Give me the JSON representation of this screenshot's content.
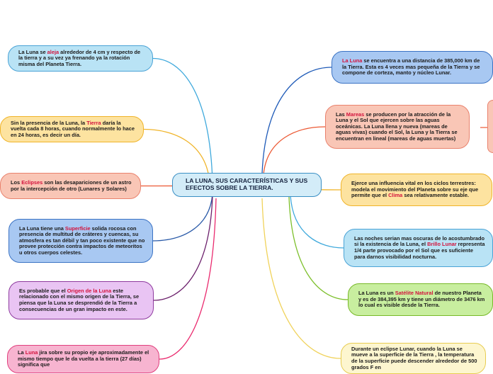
{
  "central": {
    "text": "LA LUNA, SUS CARACTERÍSTICAS Y SUS EFECTOS SOBRE LA TIERRA."
  },
  "left_nodes": [
    {
      "pre": "La Luna se ",
      "hl": "aleja",
      "post": " alrededor de 4 cm y respecto de la tierra y a su vez ya frenando ya la rotación misma del Planeta Tierra.",
      "fill": "#b9e3f5",
      "border": "#4aa3d6",
      "line": "#3fa9dc"
    },
    {
      "pre": "Sin la presencia de la Luna, la ",
      "hl": "Tierra",
      "post": " daría la vuelta cada 8 horas, cuando normalmente lo hace en 24 horas, es decir un día.",
      "fill": "#fde3a0",
      "border": "#f0b429",
      "line": "#f0b429"
    },
    {
      "pre": "Los ",
      "hl": "Eclipses",
      "post": " son las desapariciones de un astro por la intercepción de otro (Lunares y Solares)",
      "fill": "#f9c6b6",
      "border": "#e9826d",
      "line": "#ec5a35"
    },
    {
      "pre": "La Luna tiene una ",
      "hl": "Superficie",
      "post": " solida rocosa con presencia de multitud de cráteres y cuencas, su atmosfera es tan débil y tan poco existente que no provee protección contra impactos de meteoritos u otros cuerpos celestes.",
      "fill": "#a8c8f2",
      "border": "#3b73c4",
      "line": "#2a5aa8"
    },
    {
      "pre": "Es probable que el ",
      "hl": "Origen de la Luna",
      "post": " este relacionado con el mismo origen de la Tierra, se piensa que la Luna se desprendió de la Tierra a consecuencias de un gran impacto en este.",
      "fill": "#e9c4f3",
      "border": "#8e3a9e",
      "line": "#6b1f6b"
    },
    {
      "pre": "La ",
      "hl": "Luna",
      "post": " jira sobre su propio eje aproximadamente el mismo tiempo que le da vuelta a la tierra (27 días) significa que",
      "fill": "#f7b4d0",
      "border": "#e0407e",
      "line": "#ea2a6e"
    }
  ],
  "right_nodes": [
    {
      "pre": "",
      "hl": "La Luna",
      "post": " se encuentra a una distancia de 385,000 km de la Tierra. Esta es 4 veces mas pequeña de la Tierra y se compone de corteza, manto y núcleo Lunar.",
      "fill": "#a8c8f2",
      "border": "#3b73c4",
      "line": "#1f5bb8"
    },
    {
      "pre": "Las ",
      "hl": "Mareas",
      "post": " se producen por la atracción de la Luna y el Sol que ejercen sobre las aguas oceánicas. La Luna llena y nueva (mareas de aguas vivas) cuando el Sol, la Luna y la Tierra se encuentran en lineal (mareas de aguas muertas)",
      "fill": "#f9c6b6",
      "border": "#e9826d",
      "line": "#ec5a35"
    },
    {
      "pre": "Ejerce una influencia vital en los ciclos terrestres: modela el movimiento del Planeta sobre su eje que permite que el ",
      "hl": "Clima",
      "post": " sea relativamente estable.",
      "fill": "#fde3a0",
      "border": "#f0b429",
      "line": "#f0b429"
    },
    {
      "pre": "Las noches serian mas oscuras de lo acostumbrado si la existencia de la Luna, el ",
      "hl": "Brillo Lunar",
      "post": " representa 1/4 parte provocado por el Sol que es suficiente para darnos visibilidad nocturna.",
      "fill": "#b9e3f5",
      "border": "#4aa3d6",
      "line": "#3fa9dc"
    },
    {
      "pre": "La Luna es un ",
      "hl": "Satélite Natural",
      "post": " de nuestro Planeta y es de 384,395 km y tiene un diámetro de 3476 km lo cual es visible desde la Tierra.",
      "fill": "#c8ee9f",
      "border": "#78b928",
      "line": "#7cbf2a"
    },
    {
      "pre": "Durante un eclipse Lunar, cuando la Luna se mueve a la superficie de la Tierra , la temperatura de la superficie puede descender alrededor de 500 grados F en",
      "hl": "",
      "post": "",
      "fill": "#fdf6cf",
      "border": "#e8cc50",
      "line": "#f0d25a"
    }
  ]
}
